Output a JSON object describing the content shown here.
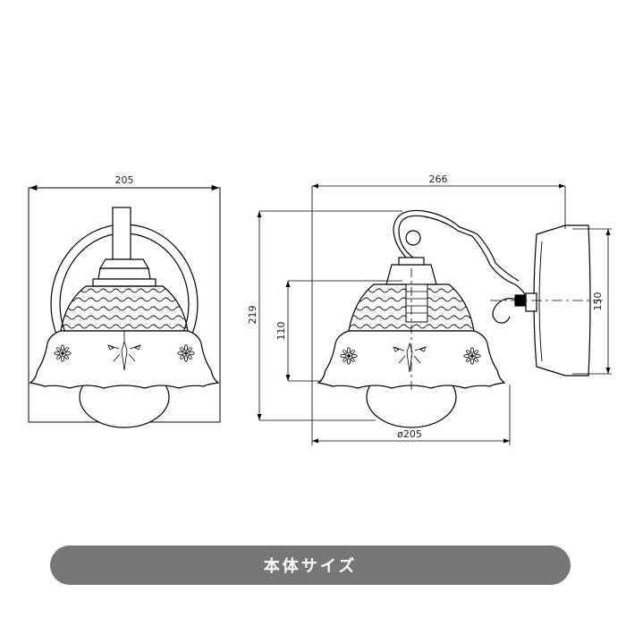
{
  "front_view": {
    "width_label": "205"
  },
  "side_view": {
    "depth_label": "266",
    "height_label": "219",
    "bracket_height_label": "110",
    "base_label": "150",
    "shade_diameter_label": "ø205"
  },
  "caption": {
    "text": "本体サイズ"
  },
  "colors": {
    "line": "#000000",
    "caption_bg": "#777777",
    "caption_text": "#ffffff"
  }
}
